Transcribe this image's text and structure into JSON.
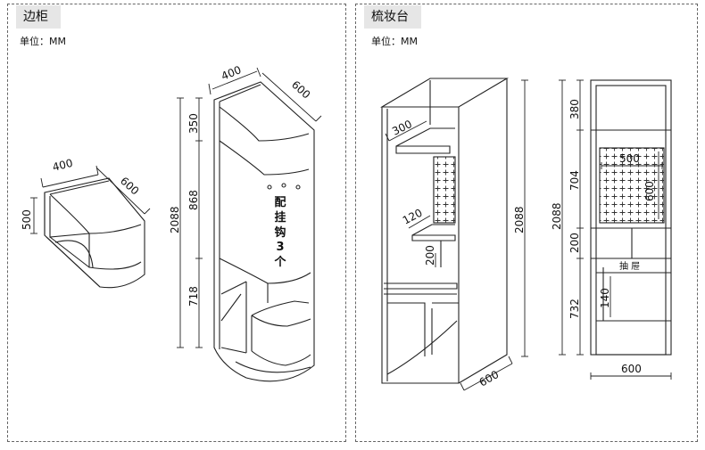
{
  "left_panel": {
    "title": "边柜",
    "unit_label": "单位：MM",
    "small_cabinet": {
      "width": "400",
      "depth": "600",
      "height": "500"
    },
    "tall_cabinet": {
      "width": "400",
      "depth": "600",
      "total_height": "2088",
      "sections": [
        "350",
        "868",
        "718"
      ],
      "hook_note": [
        "配",
        "挂",
        "钩",
        "3",
        "个"
      ]
    }
  },
  "right_panel": {
    "title": "梳妆台",
    "unit_label": "单位：MM",
    "perspective": {
      "shelf_depth": "300",
      "mirror_offset": "120",
      "drawer_height": "200",
      "total_height": "2088",
      "depth": "600"
    },
    "front": {
      "sections": [
        "380",
        "704",
        "200",
        "732"
      ],
      "total_height": "2088",
      "mirror_width": "500",
      "mirror_height": "600",
      "drawer_label": "抽 屉",
      "leg_space": "140",
      "width": "600"
    }
  }
}
